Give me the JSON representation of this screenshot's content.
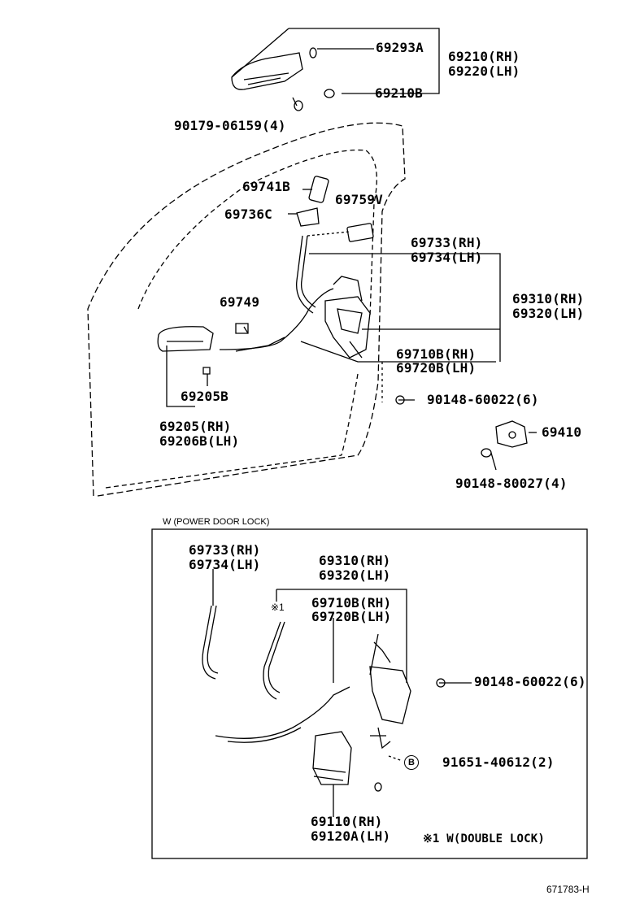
{
  "upper": {
    "p69293A": "69293A",
    "p69210_rh": "69210(RH)",
    "p69220_lh": "69220(LH)",
    "p69210B": "69210B",
    "p90179": "90179-06159(4)",
    "p69741B": "69741B",
    "p69759V": "69759V",
    "p69736C": "69736C",
    "p69733_rh": "69733(RH)",
    "p69734_lh": "69734(LH)",
    "p69749": "69749",
    "p69310_rh": "69310(RH)",
    "p69320_lh": "69320(LH)",
    "p69710B_rh": "69710B(RH)",
    "p69720B_lh": "69720B(LH)",
    "p90148_60022": "90148-60022(6)",
    "p69205B": "69205B",
    "p69205_rh": "69205(RH)",
    "p69206B_lh": "69206B(LH)",
    "p69410": "69410",
    "p90148_80027": "90148-80027(4)"
  },
  "lower": {
    "box_title": "W (POWER DOOR LOCK)",
    "p69733_rh": "69733(RH)",
    "p69734_lh": "69734(LH)",
    "p69310_rh": "69310(RH)",
    "p69320_lh": "69320(LH)",
    "note_mark": "※1",
    "p69710B_rh": "69710B(RH)",
    "p69720B_lh": "69720B(LH)",
    "p90148_60022": "90148-60022(6)",
    "circle_b": "B",
    "p91651": "91651-40612(2)",
    "p69110_rh": "69110(RH)",
    "p69120A_lh": "69120A(LH)",
    "note": "※1 W(DOUBLE LOCK)"
  },
  "figure_id": "671783-H"
}
